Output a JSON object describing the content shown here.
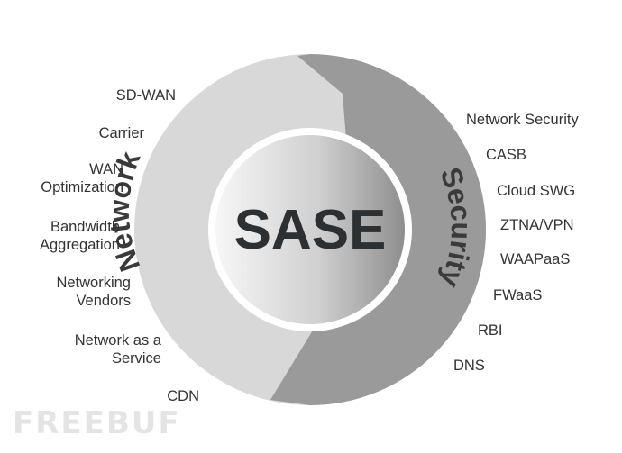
{
  "center_label": "SASE",
  "network": {
    "title": "Network",
    "items": [
      "SD-WAN",
      "Carrier",
      "WAN\nOptimization",
      "Bandwidth\nAggregation",
      "Networking\nVendors",
      "Network as a\nService",
      "CDN"
    ]
  },
  "security": {
    "title": "Security",
    "items": [
      "Network Security",
      "CASB",
      "Cloud SWG",
      "ZTNA/VPN",
      "WAAPaaS",
      "FWaaS",
      "RBI",
      "DNS"
    ]
  },
  "watermark": "FREEBUF",
  "colors": {
    "network_ring": "#d8d8d8",
    "security_ring": "#9a9a9a",
    "center_text": "#2c3033",
    "label_text": "#333333"
  }
}
